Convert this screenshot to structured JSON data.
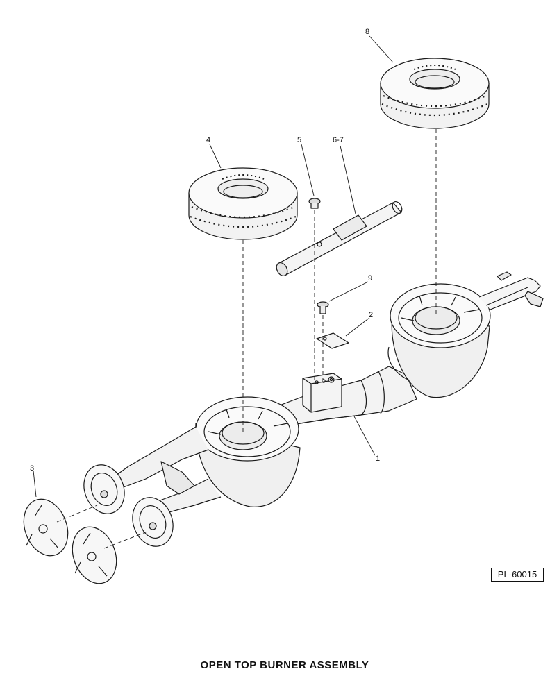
{
  "callouts": {
    "c1": "1",
    "c2": "2",
    "c3": "3",
    "c4": "4",
    "c5": "5",
    "c67": "6-7",
    "c8": "8",
    "c9": "9"
  },
  "drawing_number": "PL-60015",
  "title": "OPEN  TOP  BURNER ASSEMBLY"
}
